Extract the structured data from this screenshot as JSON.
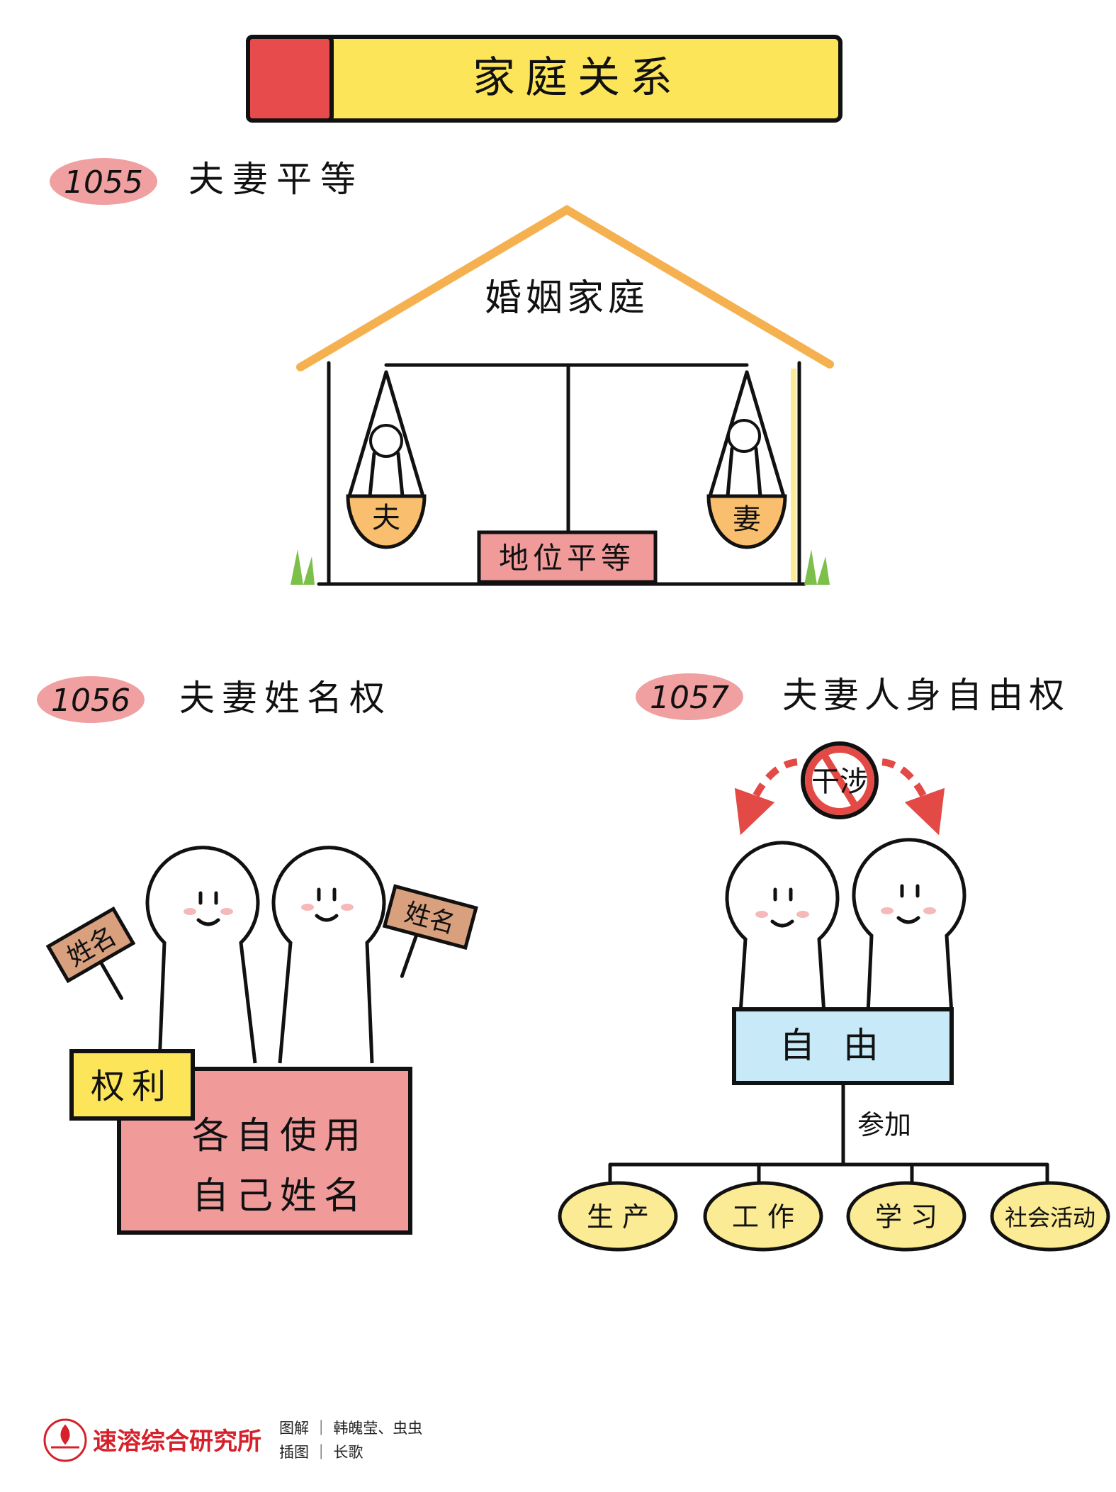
{
  "title": {
    "text": "家庭关系",
    "accent_color": "#e84b4b",
    "bar_color": "#fde55a"
  },
  "sections": [
    {
      "number": "1055",
      "heading": "夫妻平等",
      "house_label": "婚姻家庭",
      "left_basket": "夫",
      "right_basket": "妻",
      "sign": "地位平等"
    },
    {
      "number": "1056",
      "heading": "夫妻姓名权",
      "sign_left": "姓名",
      "sign_right": "姓名",
      "tag": "权利",
      "box_line1": "各自使用",
      "box_line2": "自己姓名"
    },
    {
      "number": "1057",
      "heading": "夫妻人身自由权",
      "no_sign": "干涉",
      "box": "自由",
      "link_label": "参加",
      "items": [
        "生 产",
        "工 作",
        "学 习",
        "社会活动"
      ]
    }
  ],
  "colors": {
    "badge": "#f0a0a0",
    "roof": "#f5b150",
    "basket": "#f9bf6e",
    "pink_box": "#f09a9a",
    "blue_box": "#c8e9f7",
    "oval": "#fbeb94",
    "arrow": "#e34a45"
  },
  "footer": {
    "brand": "速溶综合研究所",
    "credit1": "图解 ｜ 韩魄莹、虫虫",
    "credit2": "插图 ｜ 长歌",
    "brand_color": "#d6202a"
  }
}
